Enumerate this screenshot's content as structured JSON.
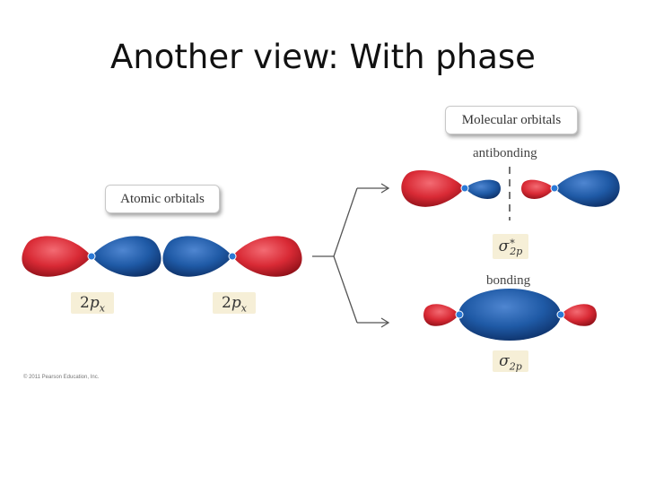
{
  "title": "Another view:  With phase",
  "labels": {
    "atomic_orbitals": "Atomic orbitals",
    "molecular_orbitals": "Molecular orbitals",
    "antibonding": "antibonding",
    "bonding": "bonding"
  },
  "symbols": {
    "left_orbital": {
      "prefix": "2",
      "italic": "p",
      "sub": "x"
    },
    "right_orbital": {
      "prefix": "2",
      "italic": "p",
      "sub": "x"
    },
    "antibonding": {
      "base": "σ",
      "sup": "*",
      "sub": "2p"
    },
    "bonding": {
      "base": "σ",
      "sub": "2p"
    }
  },
  "copyright": "© 2011 Pearson Education, Inc.",
  "colors": {
    "positive_phase": "#d92a35",
    "negative_phase": "#1f5aa6",
    "nucleus": "#2b79d6",
    "label_background": "#f6efd7"
  }
}
